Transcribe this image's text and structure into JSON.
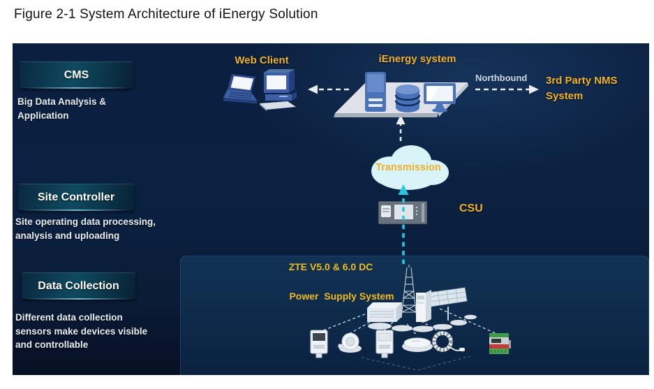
{
  "title": "Figure 2-1 System Architecture of iEnergy Solution",
  "layers": [
    {
      "label": "CMS",
      "description": "Big Data Analysis & Application"
    },
    {
      "label": "Site Controller",
      "description": "Site operating data processing, analysis and uploading"
    },
    {
      "label": "Data Collection",
      "description": "Different data collection sensors make devices visible and controllable"
    }
  ],
  "nodes": {
    "web_client": "Web Client",
    "ienergy_system": "iEnergy system",
    "northbound": "Northbound",
    "third_party_nms": "3rd Party NMS System",
    "transmission": "Transmission",
    "csu": "CSU",
    "power_supply_line1": "ZTE V5.0 & 6.0 DC",
    "power_supply_line2": "Power  Supply System"
  },
  "icons": {
    "web_client": [
      "laptop-icon",
      "desktop-computer-icon"
    ],
    "ienergy_platform": [
      "server-icon",
      "database-icon",
      "monitor-icon"
    ],
    "transmission": "cloud-icon",
    "csu": "csu-controller-icon",
    "site_cluster": [
      "telecom-tower-icon",
      "solar-panel-icon",
      "power-cabinet-icon",
      "rectifier-cabinet-icon"
    ],
    "sensors": [
      "energy-meter-icon",
      "round-sensor-icon",
      "energy-meter-icon",
      "disc-sensor-icon",
      "current-transformer-coil-icon",
      "din-rail-meter-icon"
    ]
  },
  "colors": {
    "accent_orange": "#f0b127",
    "background_navy": "#0b2040",
    "panel_blue": "#0e2a4a",
    "cloud_cyan": "#d9f4f8",
    "icon_blue": "#4a72b8",
    "link_cyan": "#27c7e0",
    "text_light": "#e9eef4"
  }
}
